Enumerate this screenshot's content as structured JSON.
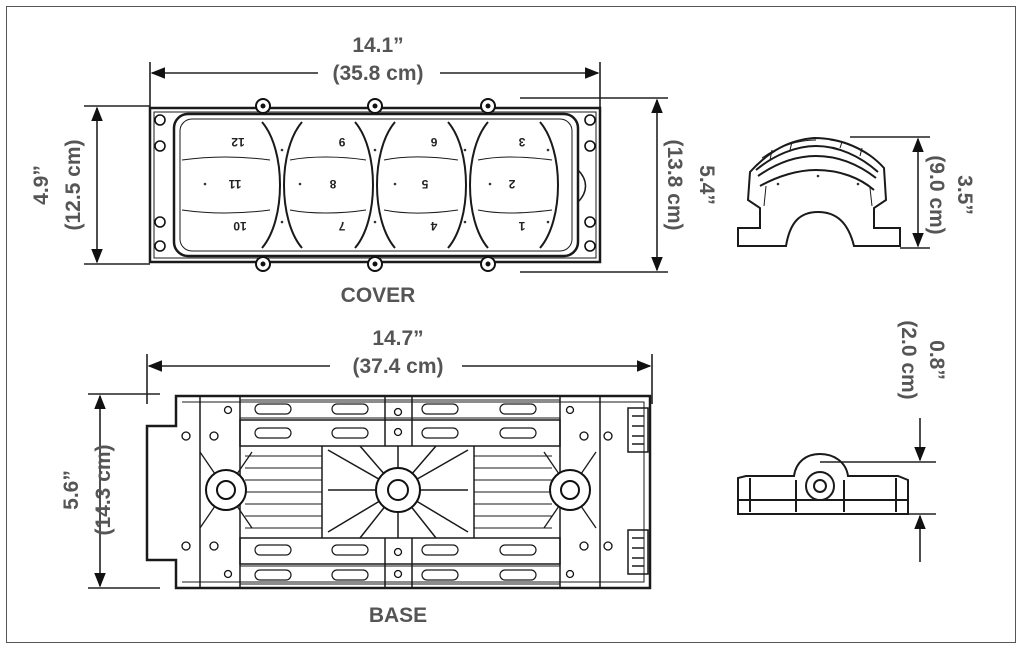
{
  "views": {
    "cover": {
      "label": "COVER",
      "width_in": "14.1”",
      "width_cm": "(35.8 cm)",
      "height_in": "4.9”",
      "height_cm": "(12.5 cm)",
      "outer_in": "5.4”",
      "outer_cm": "(13.8 cm)",
      "slot_numbers": [
        "12",
        "11",
        "10",
        "9",
        "8",
        "7",
        "6",
        "5",
        "4",
        "3",
        "2",
        "1"
      ]
    },
    "cover_side": {
      "height_in": "3.5”",
      "height_cm": "(9.0 cm)"
    },
    "base": {
      "label": "BASE",
      "width_in": "14.7”",
      "width_cm": "(37.4 cm)",
      "height_in": "5.6”",
      "height_cm": "(14.3 cm)"
    },
    "base_side": {
      "height_in": "0.8”",
      "height_cm": "(2.0 cm)"
    }
  },
  "colors": {
    "dimension_text": "#555555",
    "line": "#1a1a1a",
    "frame": "#555555"
  }
}
